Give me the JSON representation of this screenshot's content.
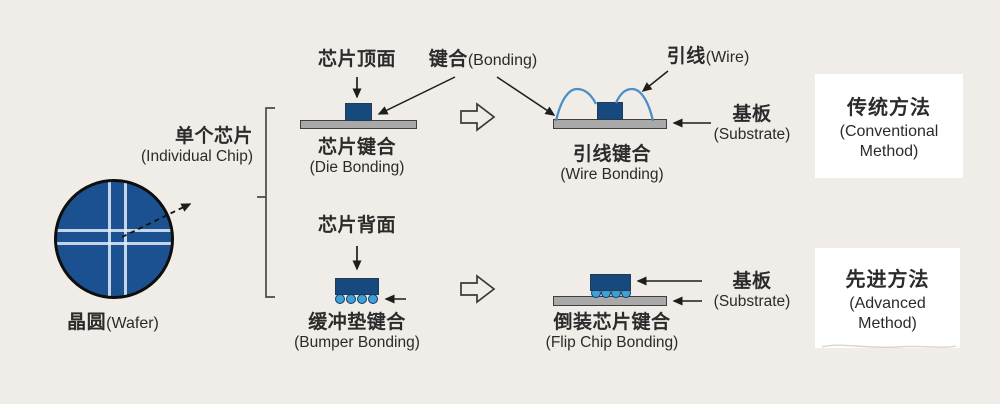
{
  "colors": {
    "background": "#f0ece7",
    "chip_blue": "#16497e",
    "wafer_blue": "#1b5191",
    "substrate_gray": "#a9a9a9",
    "wire_blue": "#4d8fc4",
    "bump_blue": "#3fa0d8",
    "text": "#2b2b2b",
    "box_white": "#ffffff",
    "line": "#2f2f2f"
  },
  "wafer": {
    "label_zh": "晶圆",
    "label_en": "(Wafer)"
  },
  "individual_chip": {
    "label_zh": "单个芯片",
    "label_en": "(Individual Chip)"
  },
  "conventional_row": {
    "chip_top": "芯片顶面",
    "bonding_zh": "键合",
    "bonding_en": "(Bonding)",
    "wire_zh": "引线",
    "wire_en": "(Wire)",
    "die_bonding_zh": "芯片键合",
    "die_bonding_en": "(Die Bonding)",
    "wire_bonding_zh": "引线键合",
    "wire_bonding_en": "(Wire Bonding)",
    "substrate_zh": "基板",
    "substrate_en": "(Substrate)",
    "method_zh": "传统方法",
    "method_en": "(Conventional\nMethod)"
  },
  "advanced_row": {
    "chip_back": "芯片背面",
    "bumper_bonding_zh": "缓冲垫键合",
    "bumper_bonding_en": "(Bumper Bonding)",
    "flip_chip_zh": "倒装芯片键合",
    "flip_chip_en": "(Flip Chip Bonding)",
    "substrate_zh": "基板",
    "substrate_en": "(Substrate)",
    "method_zh": "先进方法",
    "method_en": "(Advanced\nMethod)"
  }
}
